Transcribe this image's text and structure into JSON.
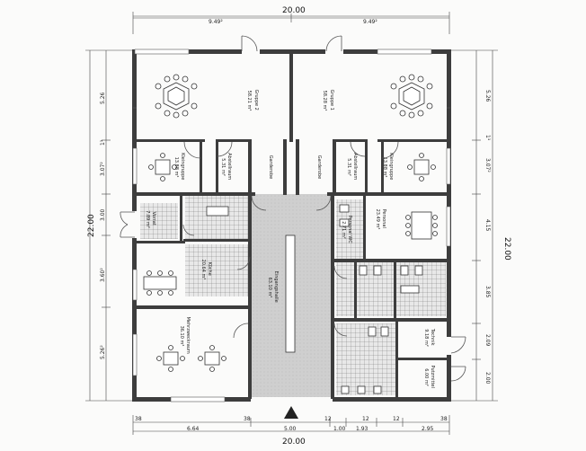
{
  "dimensions": {
    "top_total": "20.00",
    "top_left": "9.49²",
    "top_right": "9.49²",
    "bottom_total": "20.00",
    "bottom_segments": [
      "6.64",
      "5.00",
      "1.00",
      "1.93",
      "2.95"
    ],
    "bottom_ticks": [
      "38",
      "38",
      "12",
      "12",
      "12",
      "38"
    ],
    "left_total": "22.00",
    "right_total": "22.00",
    "left_segments": [
      "5.26",
      "1¹",
      "3.07²",
      "3.00",
      "3.60²",
      "5.26²"
    ],
    "right_segments": [
      "5.26",
      "1¹",
      "3.07²",
      "4.15",
      "3.85",
      "2.09",
      "2.00"
    ]
  },
  "rooms": {
    "gruppe2": {
      "name": "Gruppe 2",
      "area": "58.21 m²"
    },
    "gruppe1": {
      "name": "Gruppe 1",
      "area": "58.28 m²"
    },
    "garderobe_left": {
      "name": "Garderobe"
    },
    "garderobe_right": {
      "name": "Garderobe"
    },
    "kleingruppe_left": {
      "name": "Kleingruppe",
      "area": "13.88 m²"
    },
    "kleingruppe_right": {
      "name": "Kleingruppe",
      "area": "13.88 m²"
    },
    "abstellraum_left": {
      "name": "Abstellraum",
      "area": "5.31 m²"
    },
    "abstellraum_right": {
      "name": "Abstellraum",
      "area": "5.31 m²"
    },
    "eingangshalle": {
      "name": "Eingangshalle",
      "area": "63.10 m²"
    },
    "personal": {
      "name": "Personal",
      "area": "23.49 m²"
    },
    "kueche": {
      "name": "Küche",
      "area": "20.64 m²"
    },
    "mehrzweckraum": {
      "name": "Mehrzweckraum",
      "area": "36.10 m²"
    },
    "technik": {
      "name": "Technik",
      "area": "9.18 m²"
    },
    "putzmittel": {
      "name": "Putzmittel",
      "area": "6.00 m²"
    },
    "vorrat": {
      "name": "Vorrat",
      "area": "7.89 m²"
    },
    "personal_wc": {
      "name": "Personal WC",
      "area": "2.71 m²"
    }
  }
}
